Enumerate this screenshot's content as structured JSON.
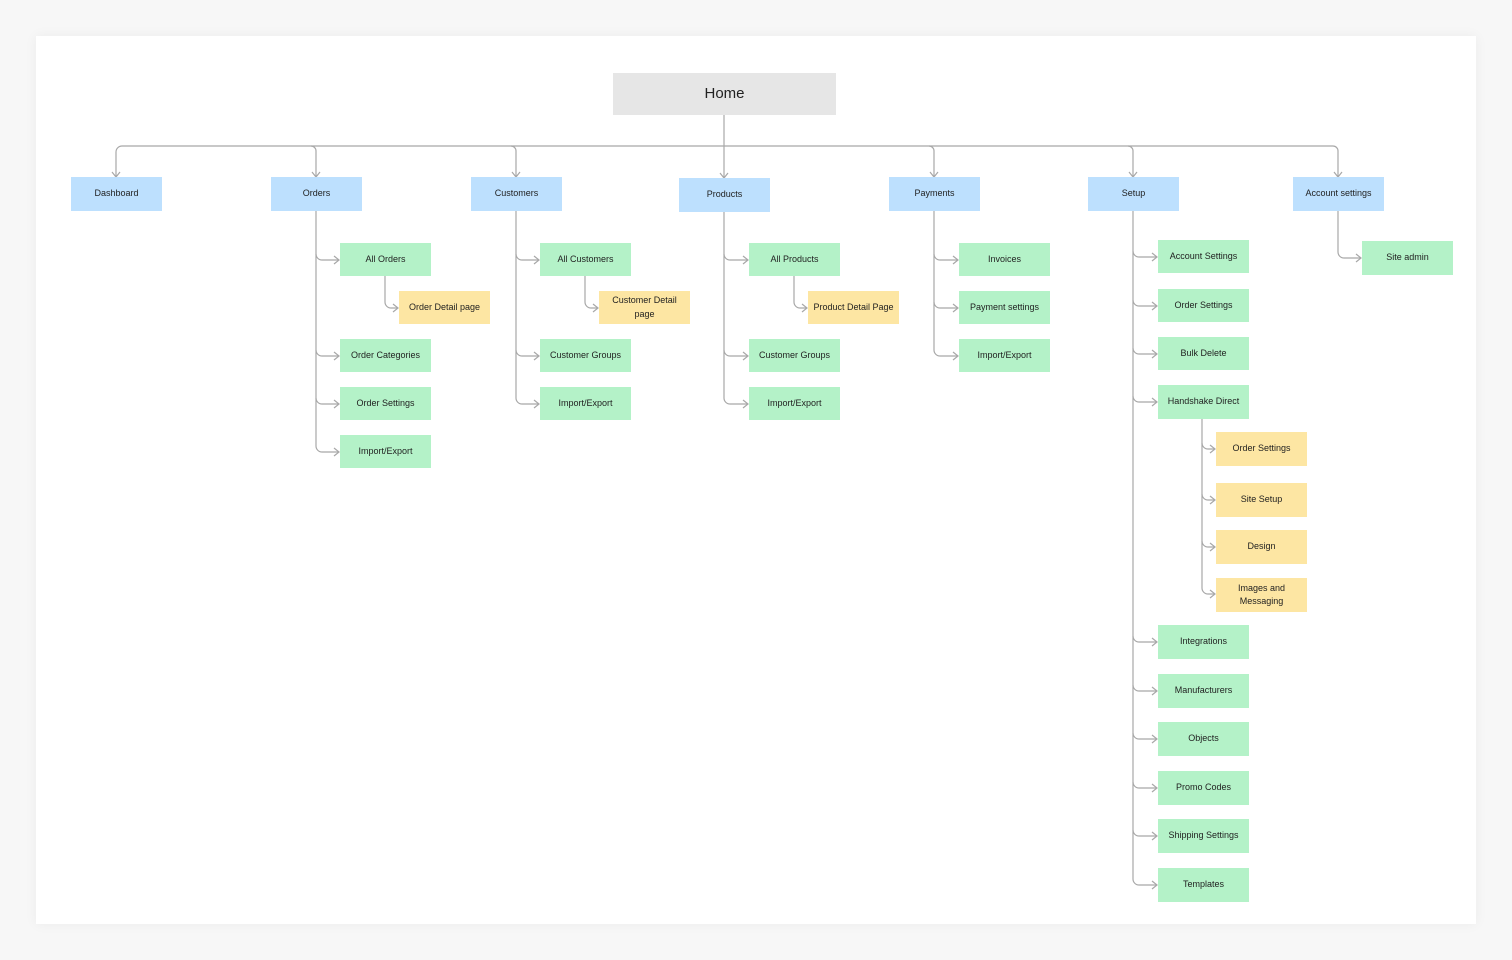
{
  "diagram": {
    "root": "Home",
    "sections": {
      "dashboard": {
        "label": "Dashboard"
      },
      "orders": {
        "label": "Orders",
        "items": {
          "all_orders": "All Orders",
          "order_detail_page": "Order Detail page",
          "order_categories": "Order Categories",
          "order_settings": "Order Settings",
          "import_export": "Import/Export"
        }
      },
      "customers": {
        "label": "Customers",
        "items": {
          "all_customers": "All Customers",
          "customer_detail_page": "Customer Detail page",
          "customer_groups": "Customer Groups",
          "import_export": "Import/Export"
        }
      },
      "products": {
        "label": "Products",
        "items": {
          "all_products": "All Products",
          "product_detail_page": "Product Detail Page",
          "customer_groups": "Customer Groups",
          "import_export": "Import/Export"
        }
      },
      "payments": {
        "label": "Payments",
        "items": {
          "invoices": "Invoices",
          "payment_settings": "Payment settings",
          "import_export": "Import/Export"
        }
      },
      "setup": {
        "label": "Setup",
        "items": {
          "account_settings": "Account Settings",
          "order_settings": "Order Settings",
          "bulk_delete": "Bulk Delete",
          "handshake_direct": "Handshake Direct",
          "hd_order_settings": "Order Settings",
          "hd_site_setup": "Site Setup",
          "hd_design": "Design",
          "hd_images_messaging": "Images and Messaging",
          "integrations": "Integrations",
          "manufacturers": "Manufacturers",
          "objects": "Objects",
          "promo_codes": "Promo Codes",
          "shipping_settings": "Shipping Settings",
          "templates": "Templates"
        }
      },
      "account_settings": {
        "label": "Account settings",
        "items": {
          "site_admin": "Site admin"
        }
      }
    },
    "colors": {
      "root": "#e6e6e6",
      "section": "#bde0fe",
      "page": "#b4f2c8",
      "subpage": "#fde6a3",
      "connector": "#a8a8a8"
    }
  }
}
